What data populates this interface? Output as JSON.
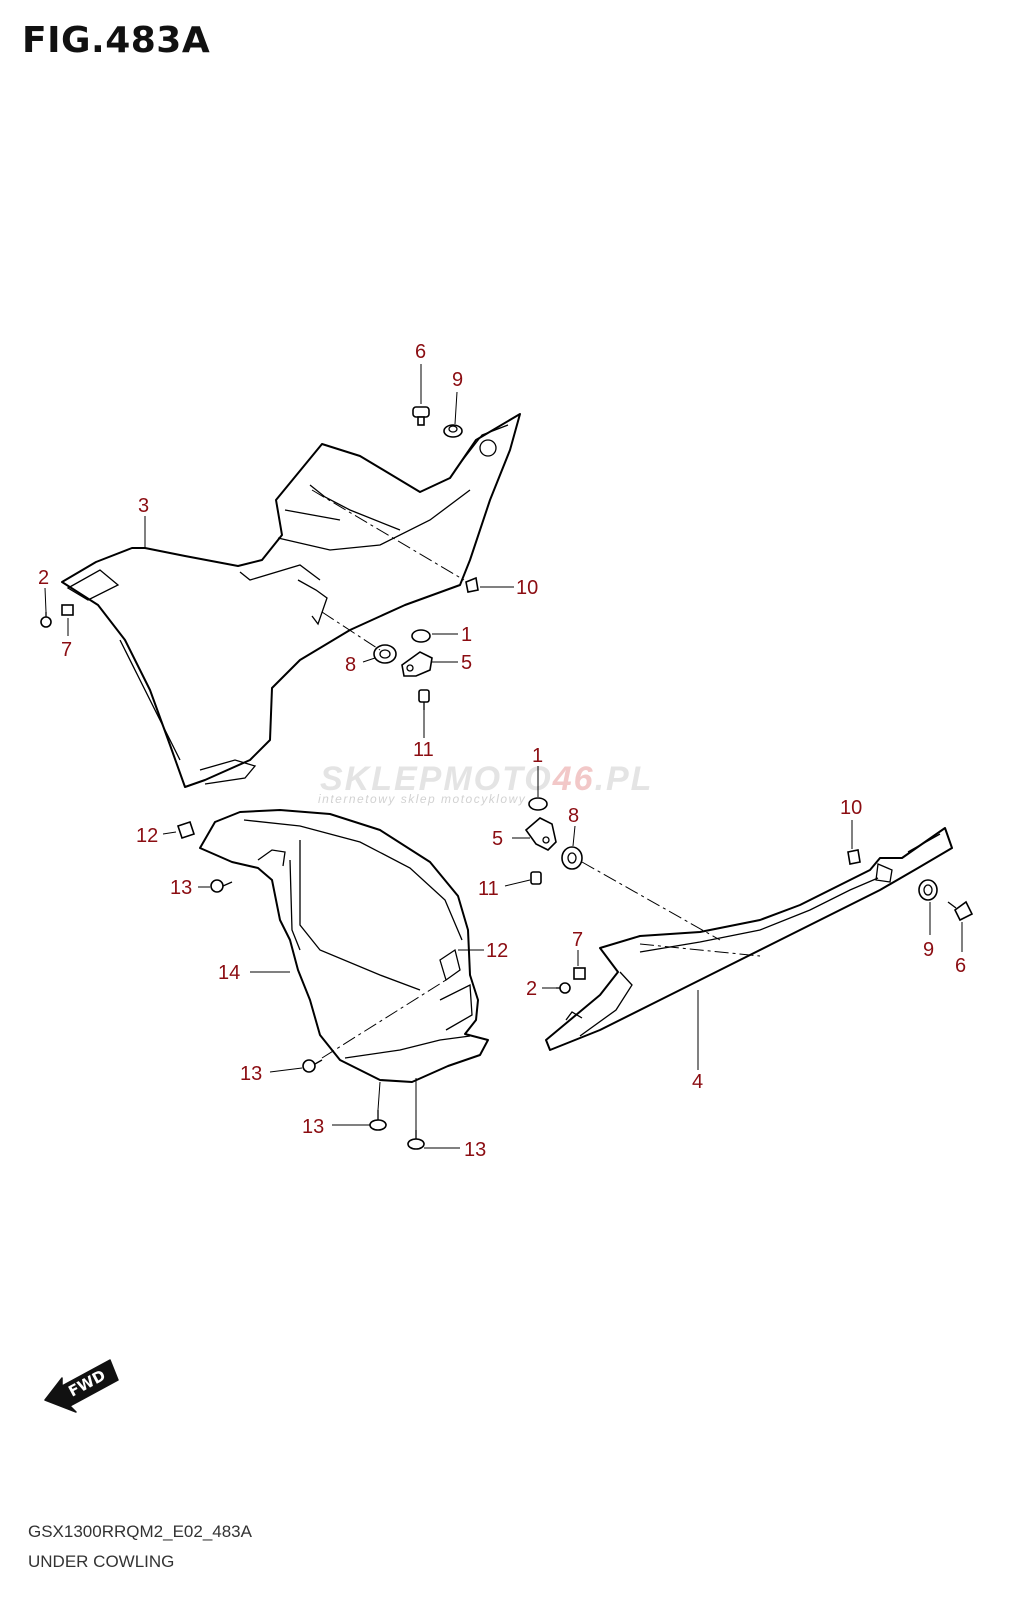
{
  "figure": {
    "title": "FIG.483A",
    "code": "GSX1300RRQM2_E02_483A",
    "name": "UNDER COWLING"
  },
  "watermark": {
    "brand_a": "SKLEPMOTO",
    "brand_b": "46",
    "brand_c": ".PL",
    "tagline": "internetowy sklep motocyklowy"
  },
  "fwd_label": "FWD",
  "callouts": {
    "upper_left": {
      "p6": "6",
      "p9": "9",
      "p3": "3",
      "p2": "2",
      "p7": "7",
      "p10": "10",
      "p1": "1",
      "p8": "8",
      "p5": "5",
      "p11": "11"
    },
    "lower_left": {
      "p12a": "12",
      "p13a": "13",
      "p14": "14",
      "p12b": "12",
      "p13b": "13",
      "p13c": "13",
      "p13d": "13"
    },
    "right": {
      "p1": "1",
      "p8": "8",
      "p5": "5",
      "p11": "11",
      "p10": "10",
      "p9": "9",
      "p6": "6",
      "p7": "7",
      "p2": "2",
      "p4": "4"
    }
  },
  "colors": {
    "callout": "#8b0d12",
    "line": "#000000",
    "watermark_red": "#f2c8c8"
  }
}
